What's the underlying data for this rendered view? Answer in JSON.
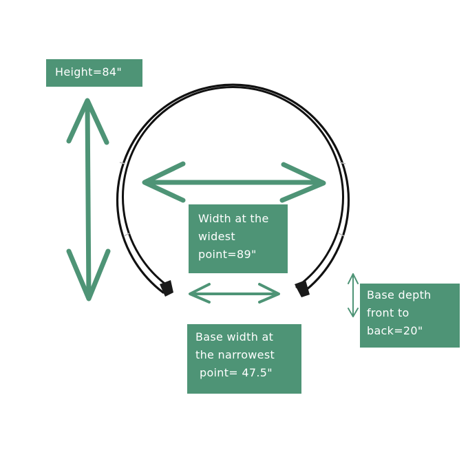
{
  "diagram": {
    "subject": "circular arch with two base feet",
    "accent_color": "#4e9476",
    "arch_color": "#111111",
    "labels": {
      "height": {
        "lines": [
          "Height=84\""
        ]
      },
      "width": {
        "lines": [
          "Width at the",
          "widest",
          "point=89\""
        ]
      },
      "depth": {
        "lines": [
          "Base depth",
          "front to",
          "back=20\""
        ]
      },
      "base_width": {
        "lines": [
          "Base width at",
          "the narrowest",
          "point= 47.5\""
        ]
      }
    },
    "arrows": [
      {
        "name": "height-arrow",
        "orientation": "vertical",
        "icon": "double-headed-arrow"
      },
      {
        "name": "widest-width-arrow",
        "orientation": "horizontal",
        "icon": "double-headed-arrow"
      },
      {
        "name": "base-width-arrow",
        "orientation": "horizontal",
        "icon": "double-headed-arrow"
      },
      {
        "name": "base-depth-arrow",
        "orientation": "vertical",
        "icon": "double-headed-arrow"
      }
    ]
  }
}
